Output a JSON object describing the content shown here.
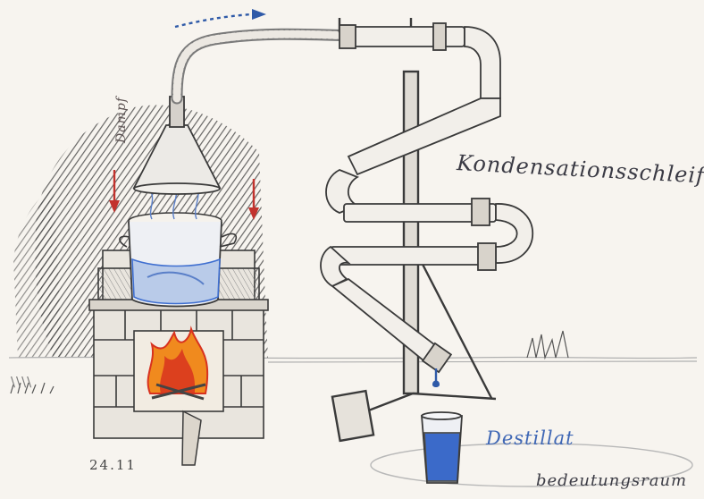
{
  "sketch": {
    "labels": {
      "condensation_loop": "Kondensationsschleife",
      "distillate": "Destillat",
      "meaning_space": "bedeutungsraum",
      "date": "24.11",
      "hot_note": "Dampf",
      "grass_note": "\\\\\\\\"
    },
    "colors": {
      "pencil": "#3a3a3a",
      "flow_arrow": "#2f5aa8",
      "heat_arrow": "#c2322d",
      "fire_red": "#d8321f",
      "fire_orange": "#f08a1e",
      "water_blue": "#3f6fd0",
      "distillate_blue": "#2358c4"
    },
    "icons": [
      "flow-arrow-icon",
      "heat-arrow-icon",
      "fire-icon",
      "drip-icon"
    ]
  }
}
